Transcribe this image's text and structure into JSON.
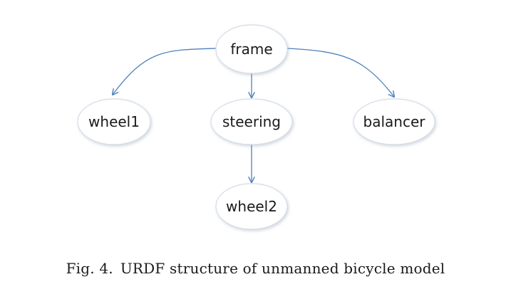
{
  "diagram": {
    "nodes": {
      "frame": "frame",
      "wheel1": "wheel1",
      "steering": "steering",
      "balancer": "balancer",
      "wheel2": "wheel2"
    },
    "edges": [
      {
        "from": "frame",
        "to": "wheel1"
      },
      {
        "from": "frame",
        "to": "steering"
      },
      {
        "from": "frame",
        "to": "balancer"
      },
      {
        "from": "steering",
        "to": "wheel2"
      }
    ],
    "colors": {
      "edge": "#4f81bd",
      "node_fill": "#ffffff",
      "node_stroke": "#d6dde8"
    }
  },
  "caption": {
    "number": "Fig. 4.",
    "text": "URDF structure of unmanned bicycle model"
  }
}
